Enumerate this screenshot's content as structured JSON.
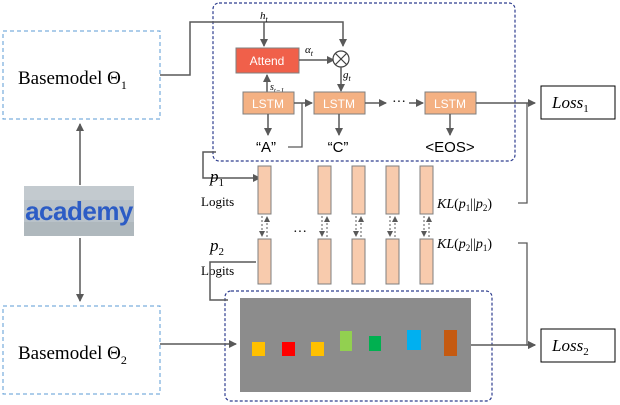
{
  "base1": {
    "label": "Basemodel Θ",
    "sub": "1"
  },
  "base2": {
    "label": "Basemodel Θ",
    "sub": "2"
  },
  "input_word": "academy",
  "attend_label": "Attend",
  "lstm_label": "LSTM",
  "h_label": {
    "main": "h",
    "sub": "t"
  },
  "alpha_label": {
    "main": "α",
    "sub": "t"
  },
  "g_label": {
    "main": "g",
    "sub": "t"
  },
  "s_label": {
    "main": "s",
    "sub": "t−1"
  },
  "dots": "···",
  "outputs": [
    "“A”",
    "“C”",
    "<EOS>"
  ],
  "p1": {
    "main": "p",
    "sub": "1"
  },
  "p2": {
    "main": "p",
    "sub": "2"
  },
  "logits_label": "Logits",
  "kl1": {
    "a": "KL",
    "b": "(",
    "p": "p",
    "s1": "1",
    "mid": "||",
    "p2": "p",
    "s2": "2",
    "c": ")"
  },
  "kl2": {
    "a": "KL",
    "b": "(",
    "p": "p",
    "s1": "2",
    "mid": "||",
    "p2": "p",
    "s2": "1",
    "c": ")"
  },
  "loss1": {
    "main": "Loss",
    "sub": "1"
  },
  "loss2": {
    "main": "Loss",
    "sub": "2"
  },
  "colors": {
    "attend_fill": "#f0604a",
    "lstm_fill": "#f4b183",
    "logit_fill": "#f8cbad",
    "dashed_blue": "#5b9bd5",
    "dark_blue_dashed": "#2f3e8f",
    "grey_panel": "#8c8c8c",
    "arrow": "#595959",
    "blocks": [
      "#ffc000",
      "#ff0000",
      "#ffc000",
      "#92d050",
      "#00b050",
      "#00b0f0",
      "#c55a11"
    ]
  }
}
